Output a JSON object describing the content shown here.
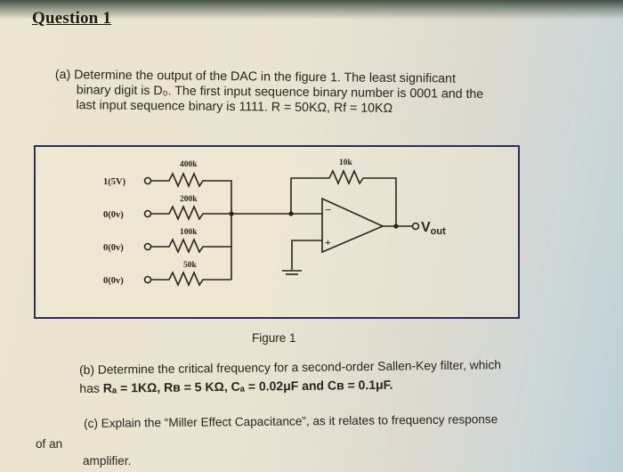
{
  "document": {
    "title": "Question 1",
    "part_a": {
      "line1": "(a) Determine the output of the DAC in the figure 1.  The least significant",
      "line2": "binary digit is D₀.  The first input sequence binary number is 0001 and the",
      "line3": "last input sequence binary is 1111. R = 50KΩ, Rf = 10KΩ"
    },
    "figure": {
      "caption": "Figure 1",
      "inputs": [
        {
          "label": "1(5V)",
          "resistor": "400k"
        },
        {
          "label": "0(0v)",
          "resistor": "200k"
        },
        {
          "label": "0(0v)",
          "resistor": "100k"
        },
        {
          "label": "0(0v)",
          "resistor": "50k"
        }
      ],
      "feedback_resistor": "10k",
      "opamp_minus": "−",
      "opamp_plus": "+",
      "output_label": "V",
      "output_sub": "out"
    },
    "part_b": {
      "line1": "(b) Determine the critical frequency for a second-order Sallen-Key filter, which",
      "line2_prefix": "has ",
      "ra": "Rₐ = 1KΩ, ",
      "rb": "Rʙ = 5 KΩ, ",
      "ca": "Cₐ = 0.02μF",
      "and": " and ",
      "cb": "Cʙ = 0.1μF."
    },
    "part_c": {
      "line1": "(c) Explain the “Miller Effect Capacitance”, as it relates to frequency response",
      "line2": "of an",
      "line3": "amplifier."
    }
  }
}
